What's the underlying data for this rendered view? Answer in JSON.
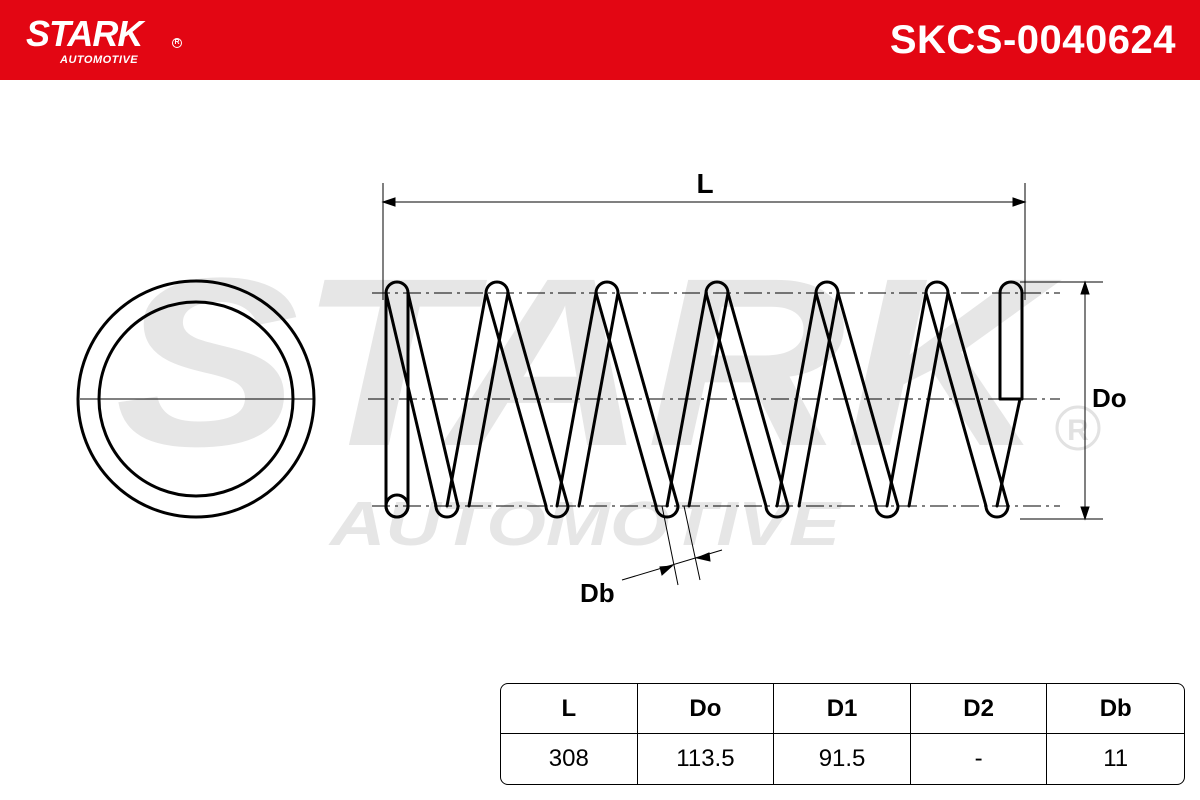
{
  "header": {
    "brand_name": "STARK",
    "brand_reg_mark": "R",
    "brand_sub": "AUTOMOTIVE",
    "part_number": "SKCS-0040624",
    "brand_color": "#e30613"
  },
  "watermark": {
    "main": "STARK",
    "sub": "AUTOMOTIVE",
    "reg_mark": "R"
  },
  "diagram": {
    "label_length": "L",
    "label_outer_diameter": "Do",
    "label_bar_diameter": "Db"
  },
  "specs": {
    "headers": [
      "L",
      "Do",
      "D1",
      "D2",
      "Db"
    ],
    "values": [
      "308",
      "113.5",
      "91.5",
      "-",
      "11"
    ]
  }
}
